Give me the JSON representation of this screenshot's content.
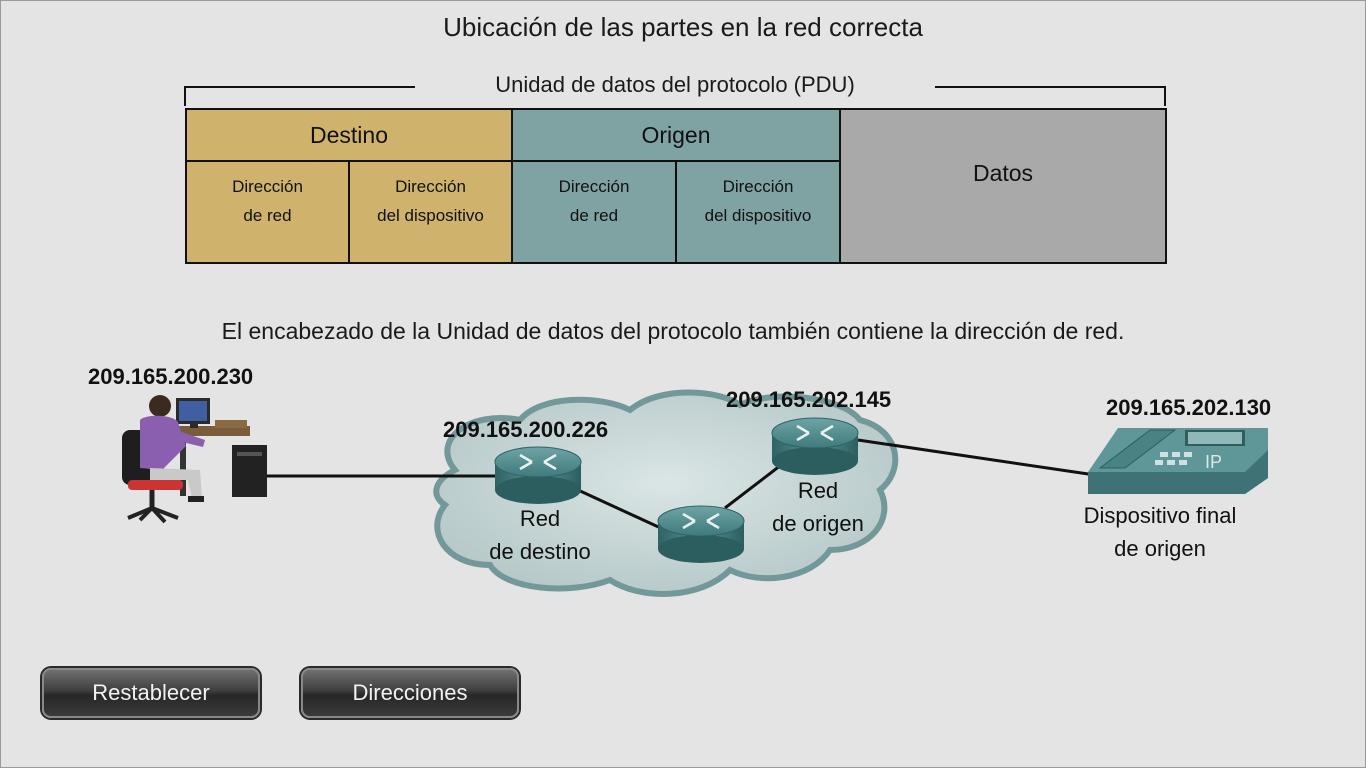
{
  "title": "Ubicación de las partes en la red correcta",
  "pdu": {
    "caption": "Unidad de datos del protocolo (PDU)",
    "destino": {
      "label": "Destino",
      "cell1": [
        "Dirección",
        "de red"
      ],
      "cell2": [
        "Dirección",
        "del dispositivo"
      ]
    },
    "origen": {
      "label": "Origen",
      "cell1": [
        "Dirección",
        "de red"
      ],
      "cell2": [
        "Dirección",
        "del dispositivo"
      ]
    },
    "datos": "Datos"
  },
  "explanation": "El encabezado de la Unidad de datos del protocolo también contiene la dirección de red.",
  "diagram": {
    "pc_ip": "209.165.200.230",
    "router1_ip": "209.165.200.226",
    "router2_ip": "209.165.202.145",
    "phone_ip": "209.165.202.130",
    "red_destino": [
      "Red",
      "de destino"
    ],
    "red_origen": [
      "Red",
      "de origen"
    ],
    "dispositivo_final": [
      "Dispositivo final",
      "de origen"
    ],
    "phone_badge": "IP"
  },
  "buttons": {
    "reset": "Restablecer",
    "directions": "Direcciones"
  },
  "colors": {
    "destino": "#cfb36d",
    "origen": "#7ea3a2",
    "datos": "#a9a9a9",
    "router": "#4f8a8c",
    "cloud": "#c3d3d3"
  }
}
